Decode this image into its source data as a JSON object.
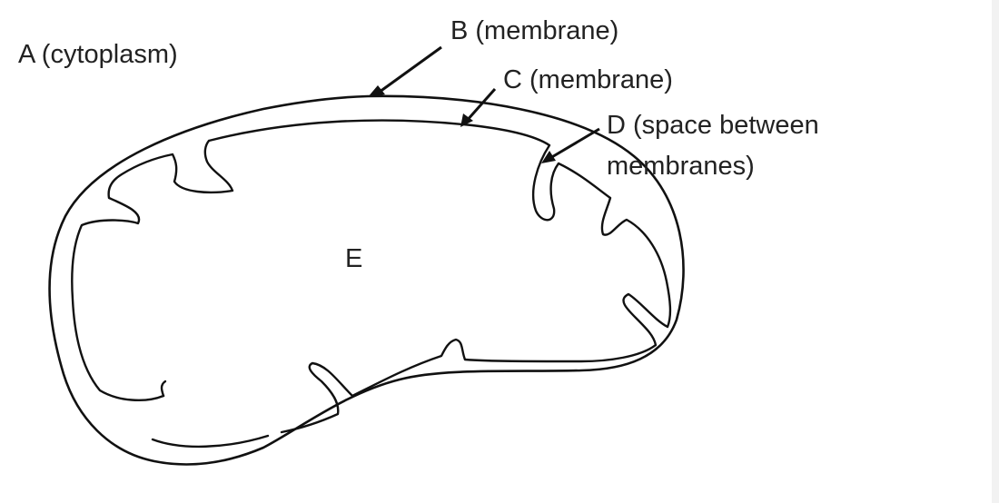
{
  "labels": {
    "a": "A (cytoplasm)",
    "b": "B (membrane)",
    "c": "C (membrane)",
    "d_line1": "D (space between",
    "d_line2": "membranes)",
    "e": "E"
  },
  "colors": {
    "stroke": "#111111",
    "text": "#222222",
    "background": "#ffffff"
  }
}
